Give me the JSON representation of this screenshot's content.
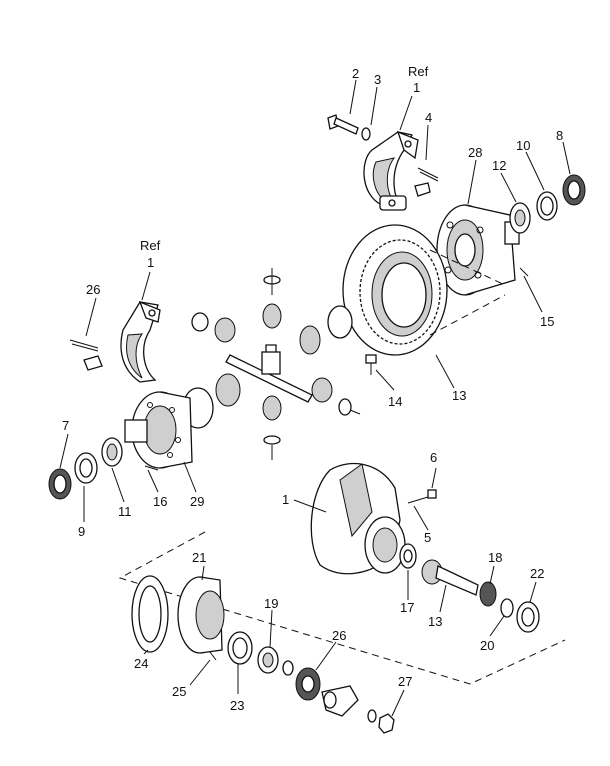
{
  "diagram": {
    "labels": {
      "ref_top": "Ref",
      "ref_top_num": "1",
      "ref_left": "Ref",
      "ref_left_num": "1",
      "n2": "2",
      "n3": "3",
      "n4": "4",
      "n28": "28",
      "n12": "12",
      "n10": "10",
      "n8": "8",
      "n26a": "26",
      "n15": "15",
      "n14": "14",
      "n13a": "13",
      "n7": "7",
      "n9": "9",
      "n11": "11",
      "n16": "16",
      "n29": "29",
      "n6": "6",
      "n1b": "1",
      "n5": "5",
      "n17": "17",
      "n13b": "13",
      "n18": "18",
      "n22": "22",
      "n20": "20",
      "n21": "21",
      "n24": "24",
      "n19": "19",
      "n25": "25",
      "n23": "23",
      "n26b": "26",
      "n27": "27"
    }
  }
}
